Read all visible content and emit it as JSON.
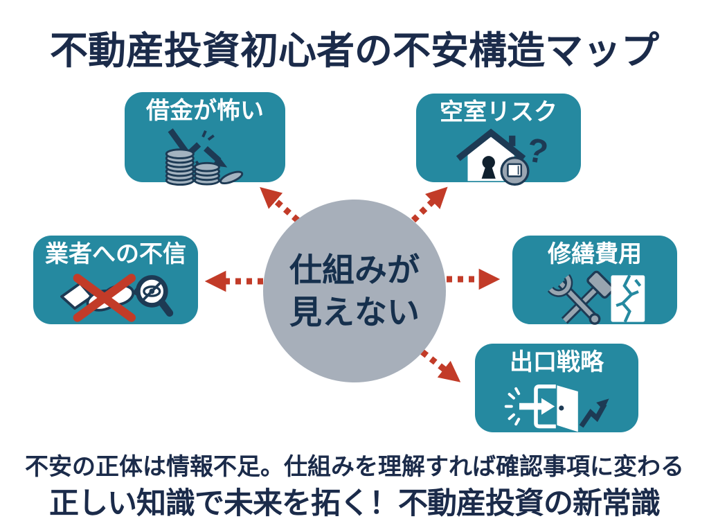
{
  "title": "不動産投資初心者の不安構造マップ",
  "center": {
    "line1": "仕組みが",
    "line2": "見えない"
  },
  "nodes": [
    {
      "id": "debt",
      "label": "借金が怖い",
      "icon": "falling-coins-icon"
    },
    {
      "id": "vacancy",
      "label": "空室リスク",
      "icon": "vacant-house-icon"
    },
    {
      "id": "distrust",
      "label": "業者への不信",
      "icon": "no-handshake-icon"
    },
    {
      "id": "repair",
      "label": "修繕費用",
      "icon": "repair-tools-icon"
    },
    {
      "id": "exit",
      "label": "出口戦略",
      "icon": "exit-door-icon"
    }
  ],
  "icons": {
    "question_mark": "?"
  },
  "footer": {
    "line1": "不安の正体は情報不足。仕組みを理解すれば確認事項に変わる",
    "line2": "正しい知識で未来を拓く！不動産投資の新常識"
  },
  "colors": {
    "box_teal": "#2589a0",
    "circle_gray": "#a7afba",
    "text_navy": "#1b2b4a",
    "icon_navy": "#1d3a54",
    "arrow_red": "#c23b28",
    "coin_gray": "#a3b3c0",
    "white": "#ffffff"
  }
}
